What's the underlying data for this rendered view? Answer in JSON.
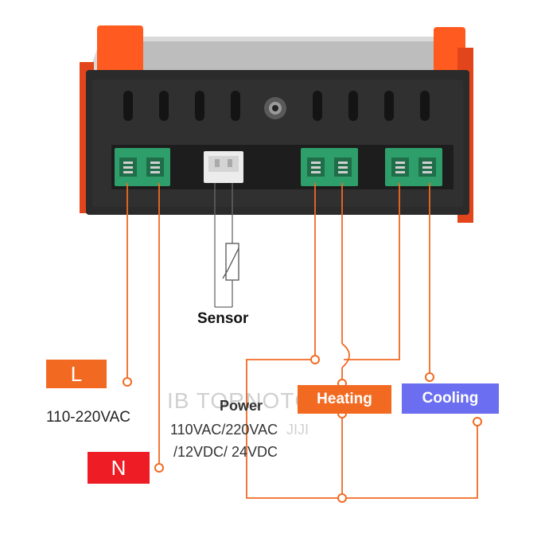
{
  "labels": {
    "live": "L",
    "neutral": "N",
    "voltage_ac": "110-220VAC",
    "sensor": "Sensor",
    "power_title": "Power",
    "power_line1": "110VAC/220VAC",
    "power_line2": "/12VDC/ 24VDC",
    "heating": "Heating",
    "cooling": "Cooling"
  },
  "watermark": {
    "line1": "IB TORNOTCH",
    "line2": "JIJI"
  },
  "colors": {
    "wire": "#f26a22",
    "live_tag": "#f26a22",
    "neutral_tag": "#ee1c24",
    "heating_tag": "#f26a22",
    "cooling_tag": "#6b6ef0",
    "device_body": "#2b2b2b",
    "clip": "#ff5a1f",
    "terminal": "#2e9e6a"
  },
  "icons": {
    "device": "thermostat-controller-image",
    "sensor": "ntc-thermistor-symbol"
  }
}
